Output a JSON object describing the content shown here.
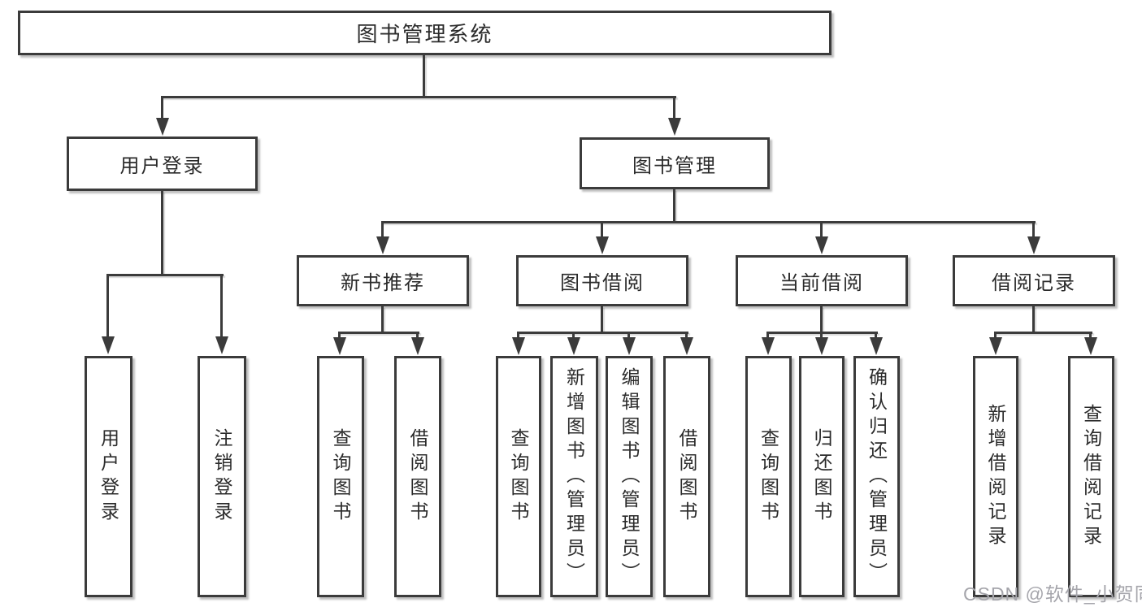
{
  "diagram": {
    "root": "图书管理系统",
    "user_login": {
      "label": "用户登录",
      "children": [
        "用户登录",
        "注销登录"
      ]
    },
    "book_management": {
      "label": "图书管理",
      "groups": [
        {
          "label": "新书推荐",
          "children": [
            "查询图书",
            "借阅图书"
          ]
        },
        {
          "label": "图书借阅",
          "children": [
            "查询图书",
            "新增图书（管理员）",
            "编辑图书（管理员）",
            "借阅图书"
          ]
        },
        {
          "label": "当前借阅",
          "children": [
            "查询图书",
            "归还图书",
            "确认归还（管理员）"
          ]
        },
        {
          "label": "借阅记录",
          "children": [
            "新增借阅记录",
            "查询借阅记录"
          ]
        }
      ]
    },
    "watermark": "CSDN @软件_小贺同学"
  },
  "colors": {
    "line": "#3b3b3b",
    "text": "#2b2b2b",
    "watermark": "#a5a5ab",
    "background": "#ffffff"
  }
}
